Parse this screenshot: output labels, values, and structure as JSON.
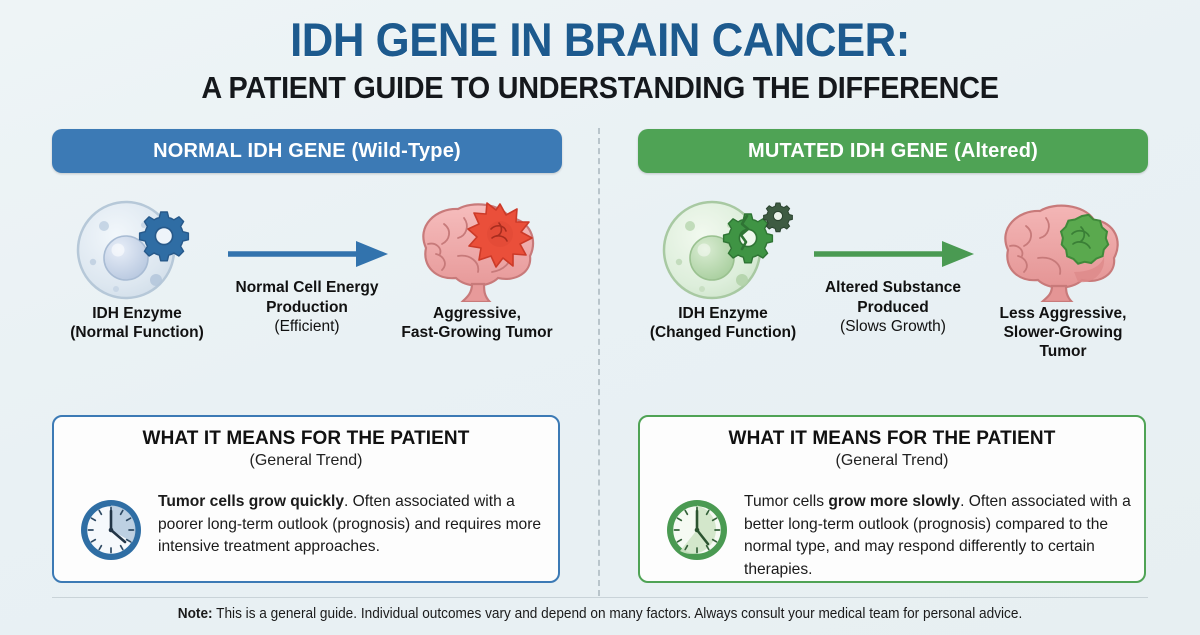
{
  "title": {
    "main": "IDH GENE IN BRAIN CANCER:",
    "sub": "A PATIENT GUIDE TO UNDERSTANDING THE DIFFERENCE",
    "main_color": "#1d5a8e",
    "sub_color": "#15181c"
  },
  "columns": {
    "left": {
      "header": "NORMAL IDH GENE (Wild-Type)",
      "accent": "#3c7ab5",
      "flow": {
        "start_caption": "IDH Enzyme\n(Normal Function)",
        "start_caption_line1": "IDH Enzyme",
        "start_caption_line2": "(Normal Function)",
        "middle_caption_bold": "Normal Cell Energy Production",
        "middle_caption_light": "(Efficient)",
        "end_caption_line1": "Aggressive,",
        "end_caption_line2": "Fast-Growing Tumor",
        "arrow_color": "#3273ad",
        "cell_icon": "blue-cell-with-gear-icon",
        "brain_icon": "brain-with-red-starburst-tumor-icon"
      },
      "panel": {
        "title": "WHAT IT MEANS FOR THE PATIENT",
        "subtitle": "(General Trend)",
        "body_bold": "Tumor cells grow quickly",
        "body_rest": ". Often associated with a poorer long-term outlook (prognosis) and requires more intensive treatment approaches.",
        "clock_icon": "blue-clock-icon"
      }
    },
    "right": {
      "header": "MUTATED IDH GENE (Altered)",
      "accent": "#4fa355",
      "flow": {
        "start_caption_line1": "IDH Enzyme",
        "start_caption_line2": "(Changed Function)",
        "middle_caption_bold": "Altered Substance Produced",
        "middle_caption_light": "(Slows Growth)",
        "end_caption_line1": "Less Aggressive,",
        "end_caption_line2": "Slower-Growing",
        "end_caption_line3": "Tumor",
        "arrow_color": "#4a9a52",
        "cell_icon": "green-cell-with-broken-gear-icon",
        "brain_icon": "brain-with-green-tumor-icon"
      },
      "panel": {
        "title": "WHAT IT MEANS FOR THE PATIENT",
        "subtitle": "(General Trend)",
        "body_pre": "Tumor cells ",
        "body_bold": "grow more slowly",
        "body_rest": ". Often associated with a better long-term outlook (prognosis) compared to the normal type, and may respond differently to certain therapies.",
        "clock_icon": "green-clock-icon"
      }
    }
  },
  "footer": {
    "label": "Note:",
    "text": " This is a general guide. Individual outcomes vary and depend on many factors. Always consult your medical team for personal advice."
  }
}
